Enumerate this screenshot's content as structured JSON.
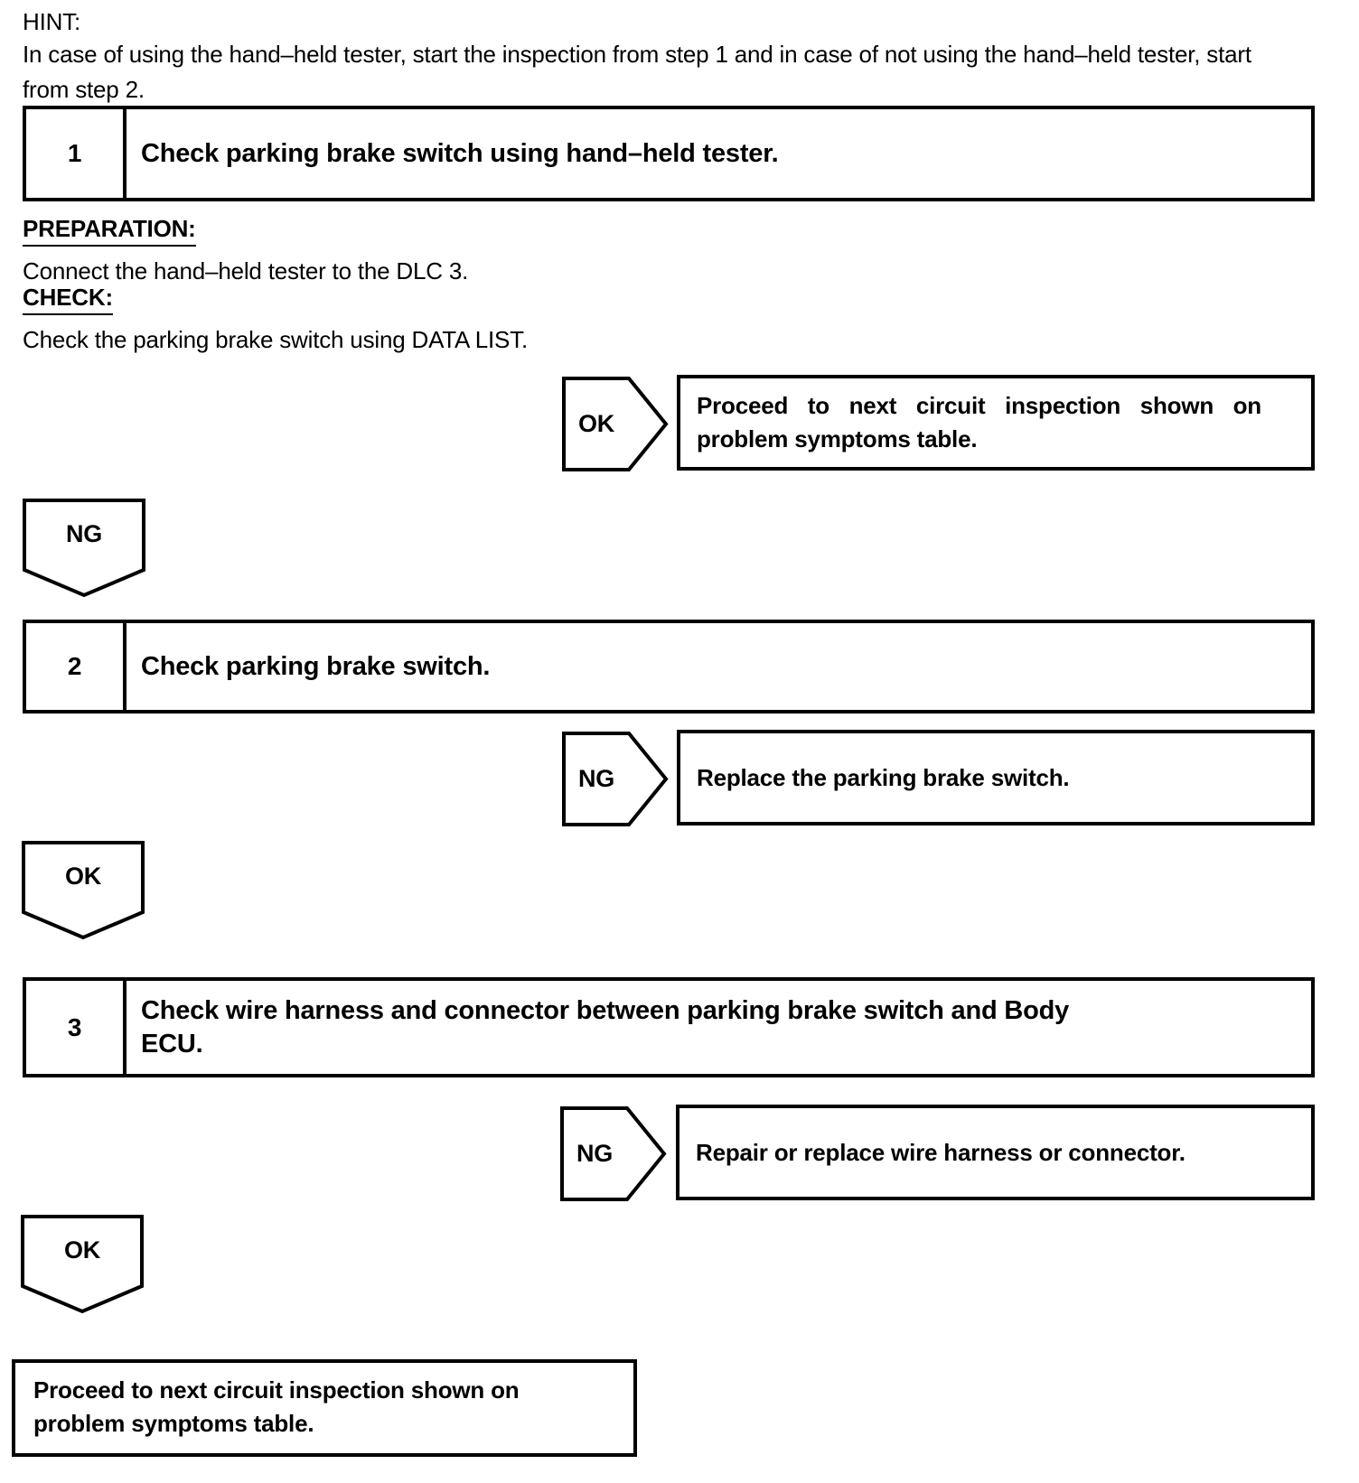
{
  "document": {
    "hint_label": "HINT:",
    "hint_text": "In case of using the hand–held tester, start the inspection from step 1 and in case of not using the hand–held tester, start from step 2."
  },
  "step1": {
    "number": "1",
    "title": "Check parking brake switch using hand–held tester.",
    "preparation_label": "PREPARATION:",
    "preparation_text": "Connect the hand–held tester to the DLC 3.",
    "check_label": "CHECK:",
    "check_text": "Check the parking brake switch using DATA LIST.",
    "ok_branch_tag": "OK",
    "ok_branch_result": "Proceed to next circuit inspection shown on problem symptoms table.",
    "next_connector_tag": "NG"
  },
  "step2": {
    "number": "2",
    "title": "Check parking brake switch.",
    "ng_branch_tag": "NG",
    "ng_branch_result": "Replace the parking brake switch.",
    "next_connector_tag": "OK"
  },
  "step3": {
    "number": "3",
    "title": "Check wire harness and connector between parking brake switch and Body ECU.",
    "ng_branch_tag": "NG",
    "ng_branch_result": "Repair or replace wire harness or connector.",
    "next_connector_tag": "OK"
  },
  "final": {
    "result": "Proceed to next circuit inspection shown on problem symptoms table."
  }
}
